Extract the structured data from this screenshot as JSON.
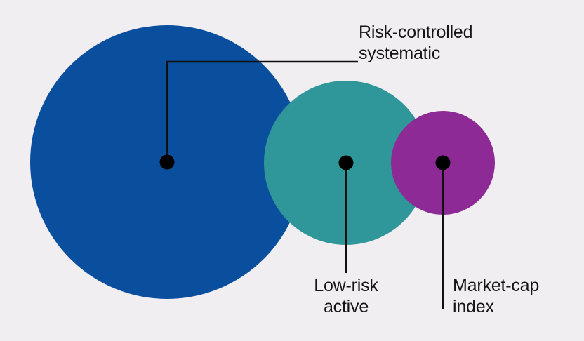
{
  "figure": {
    "background_color": "#f0eef1",
    "marker_color": "#000000",
    "leader_color": "#111111",
    "text_color": "#151515"
  },
  "chart_data": {
    "type": "bubble",
    "title": "",
    "subtitle": "",
    "xlabel": "",
    "ylabel": "",
    "grid": false,
    "legend_position": "none",
    "annotations": [
      "Risk-controlled\nsystematic",
      "Low-risk\nactive",
      "Market-cap\nindex"
    ],
    "categories": [
      "Risk-controlled systematic",
      "Low-risk active",
      "Market-cap index"
    ],
    "values": [
      195,
      117,
      74
    ],
    "series": [
      {
        "name": "Bubble radius (px)",
        "values": [
          195,
          117,
          74
        ]
      }
    ],
    "points": [
      {
        "label": "Risk-controlled\nsystematic",
        "label_line1": "Risk-controlled",
        "label_line2": "systematic",
        "color": "#0a4f9e",
        "cx": 238,
        "cy": 231,
        "r": 195,
        "leader": "elbow-up-right",
        "z": 1
      },
      {
        "label": "Low-risk\nactive",
        "label_line1": "Low-risk",
        "label_line2": "active",
        "color": "#2f9699",
        "cx": 493,
        "cy": 232,
        "r": 117,
        "leader": "down",
        "z": 2
      },
      {
        "label": "Market-cap\nindex",
        "label_line1": "Market-cap",
        "label_line2": "index",
        "color": "#8e2a96",
        "cx": 631,
        "cy": 232,
        "r": 74,
        "leader": "down",
        "z": 3
      }
    ]
  }
}
